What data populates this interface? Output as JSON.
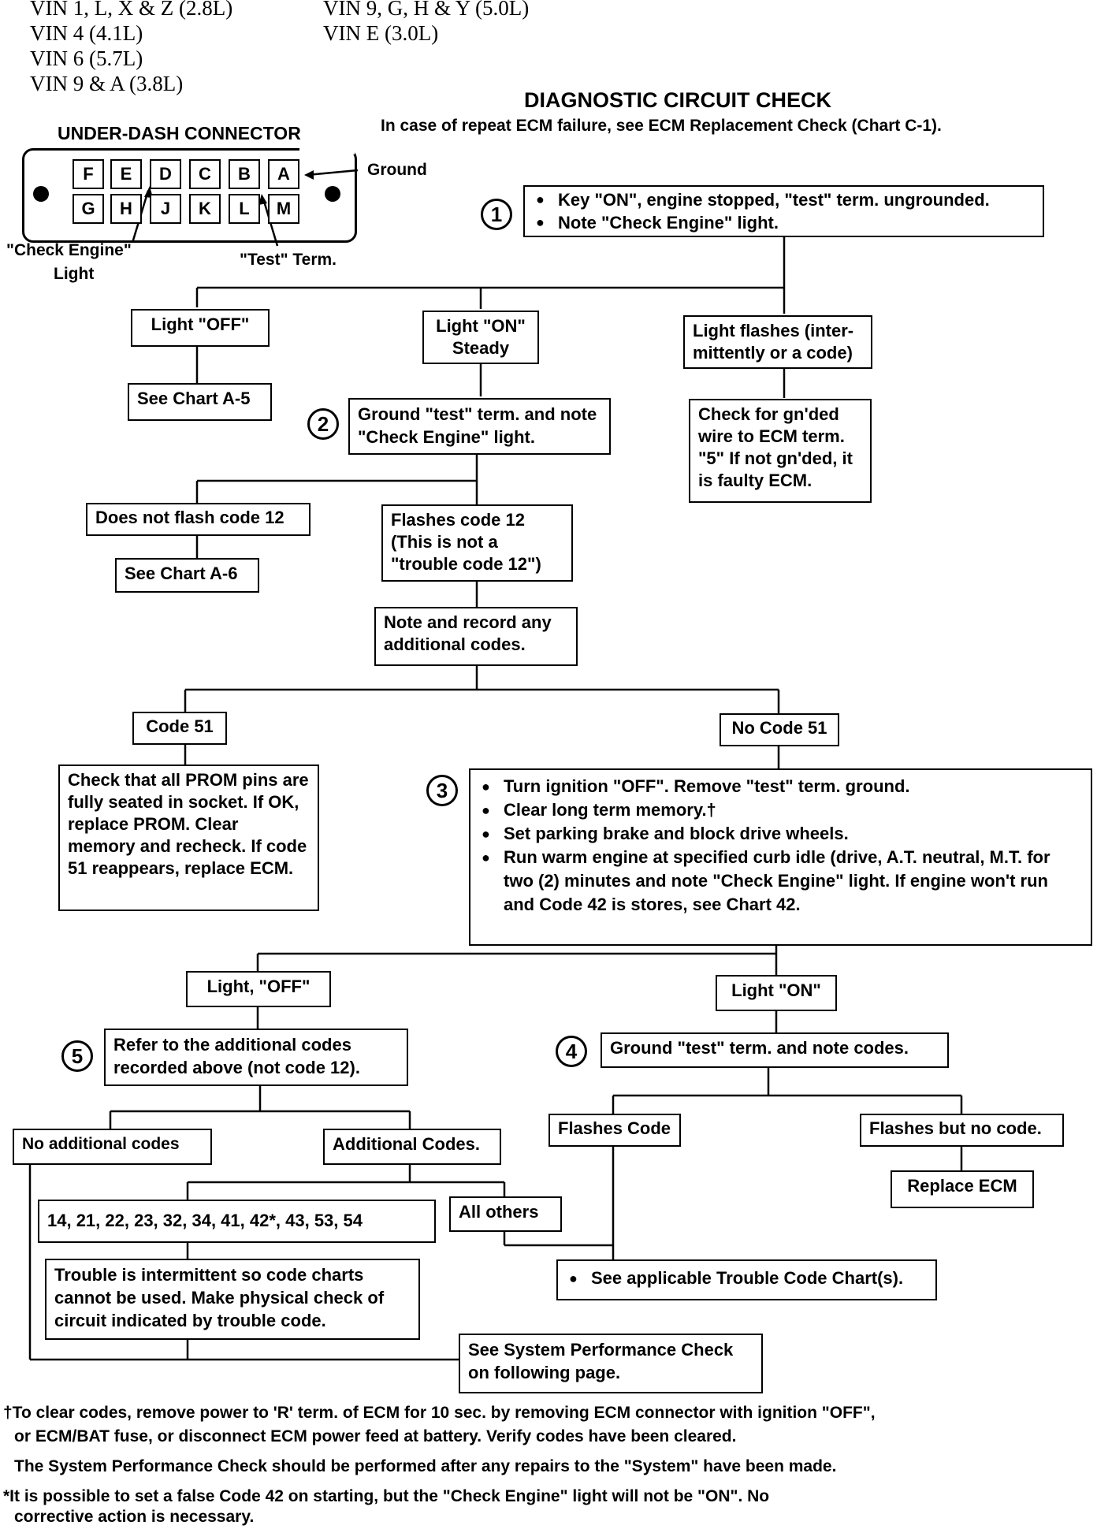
{
  "vin": {
    "left": [
      "VIN 1, L, X & Z (2.8L)",
      "VIN 4 (4.1L)",
      "VIN 6 (5.7L)",
      "VIN 9 & A (3.8L)"
    ],
    "right": [
      "VIN 9, G, H & Y (5.0L)",
      "VIN E (3.0L)"
    ]
  },
  "header": {
    "title": "DIAGNOSTIC CIRCUIT CHECK",
    "subtitle": "In case of repeat ECM failure, see ECM Replacement Check (Chart C-1)."
  },
  "connector": {
    "title": "UNDER-DASH CONNECTOR",
    "top_pins": [
      "F",
      "E",
      "D",
      "C",
      "B",
      "A"
    ],
    "bottom_pins": [
      "G",
      "H",
      "J",
      "K",
      "L",
      "M"
    ],
    "ground_label": "Ground",
    "check_engine_label_1": "\"Check Engine\"",
    "check_engine_label_2": "Light",
    "test_term_label": "\"Test\" Term."
  },
  "steps": {
    "s1": "1",
    "s2": "2",
    "s3": "3",
    "s4": "4",
    "s5": "5"
  },
  "nodes": {
    "step1": [
      "Key \"ON\", engine stopped, \"test\" term. ungrounded.",
      "Note \"Check Engine\" light."
    ],
    "light_off": "Light \"OFF\"",
    "light_on_steady_1": "Light \"ON\"",
    "light_on_steady_2": "Steady",
    "light_flashes": "Light flashes (inter-mittently or a code)",
    "see_a5": "See Chart A-5",
    "step2": "Ground \"test\" term. and note \"Check Engine\" light.",
    "check_gnd": "Check for gn'ded wire to ECM term. \"5\" If not gn'ded, it is faulty ECM.",
    "no_flash12": "Does not flash code 12",
    "flashes12": "Flashes code 12 (This is not a \"trouble code 12\")",
    "see_a6": "See Chart A-6",
    "record_codes": "Note and record any additional codes.",
    "code51": "Code 51",
    "no_code51": "No Code 51",
    "prom_check": "Check that all PROM pins are fully seated in socket. If OK, replace PROM. Clear memory and recheck. If code 51 reappears, replace ECM.",
    "step3": [
      "Turn ignition \"OFF\". Remove \"test\" term. ground.",
      "Clear long term memory.†",
      "Set parking brake and block drive wheels.",
      "Run warm engine at specified curb idle (drive, A.T. neutral, M.T. for two (2) minutes and note \"Check Engine\" light. If engine won't run and Code 42 is stores, see Chart 42."
    ],
    "light_off2": "Light, \"OFF\"",
    "light_on2": "Light \"ON\"",
    "step5": "Refer to the additional codes recorded above (not code 12).",
    "step4": "Ground \"test\" term. and note codes.",
    "no_additional": "No additional codes",
    "additional": "Additional Codes.",
    "flashes_code": "Flashes Code",
    "flashes_no_code": "Flashes but no code.",
    "replace_ecm": "Replace ECM",
    "code_list": "14, 21, 22, 23, 32, 34, 41, 42*, 43, 53, 54",
    "all_others": "All others",
    "see_trouble": "See applicable Trouble Code Chart(s).",
    "intermittent": "Trouble is intermittent so code charts cannot be used. Make physical check of circuit indicated by trouble code.",
    "see_system": "See System Performance Check on following page."
  },
  "footnotes": [
    "†To clear codes, remove power to 'R' term. of ECM for 10 sec. by removing ECM connector with ignition \"OFF\",",
    "or ECM/BAT fuse, or disconnect ECM power feed at battery. Verify codes have been cleared.",
    "The System Performance Check should be performed after any repairs to the \"System\" have been made.",
    "*It is possible to set a false Code 42 on starting, but the \"Check Engine\" light will not be \"ON\". No",
    "corrective action is necessary."
  ]
}
